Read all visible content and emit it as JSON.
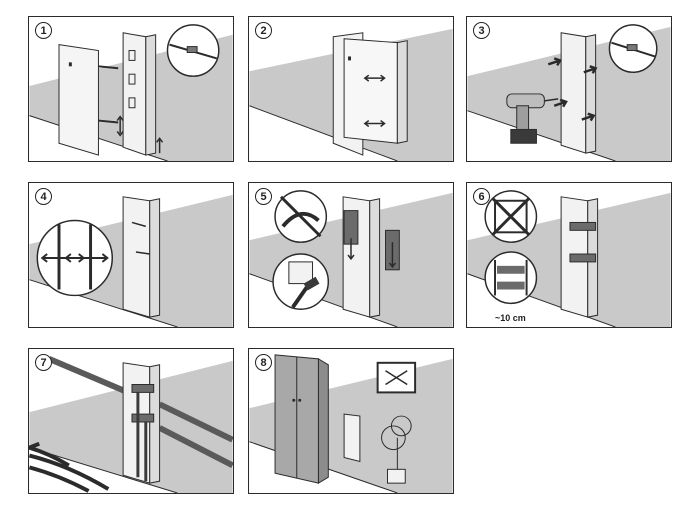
{
  "steps": [
    {
      "number": "1"
    },
    {
      "number": "2"
    },
    {
      "number": "3"
    },
    {
      "number": "4"
    },
    {
      "number": "5"
    },
    {
      "number": "6",
      "caption": "~10 cm"
    },
    {
      "number": "7"
    },
    {
      "number": "8"
    }
  ],
  "colors": {
    "wall": "#c9c9c9",
    "outline": "#2b2b2b",
    "cabinet": "#f2f2f2",
    "dark": "#3a3a3a",
    "arrow": "#555555"
  }
}
